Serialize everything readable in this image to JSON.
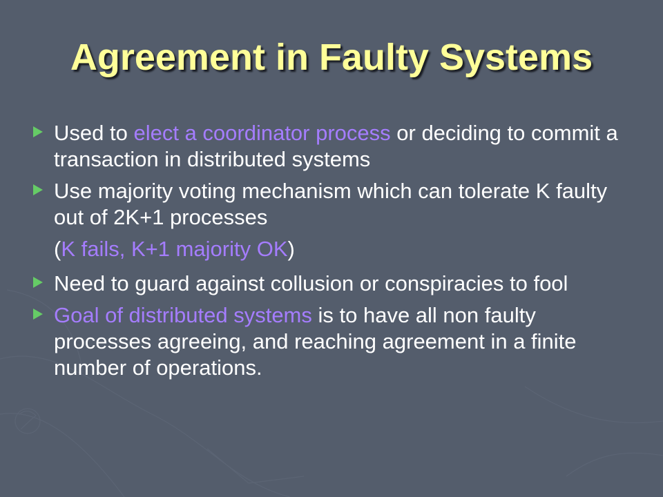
{
  "title": "Agreement in Faulty Systems",
  "colors": {
    "background": "#545d6c",
    "title": "#ffff99",
    "text": "#ffffff",
    "highlight": "#a57dff",
    "bullet_marker": "#66cc66"
  },
  "bullet_marker_icon": "right-triangle-icon",
  "bullets": [
    {
      "hl": "elect a coordinator process",
      "pre": "Used to ",
      "post": " or deciding to commit a transaction in distributed systems"
    },
    {
      "text": "Use majority voting mechanism which can tolerate K faulty out of 2K+1 processes"
    },
    {
      "open": "(",
      "hl": "K fails, K+1 majority OK",
      "close": ")"
    },
    {
      "text": "Need to guard against collusion or conspiracies to fool"
    },
    {
      "hl": "Goal of distributed systems",
      "post": " is to have all non faulty processes agreeing, and reaching agreement in a finite number of operations."
    }
  ]
}
